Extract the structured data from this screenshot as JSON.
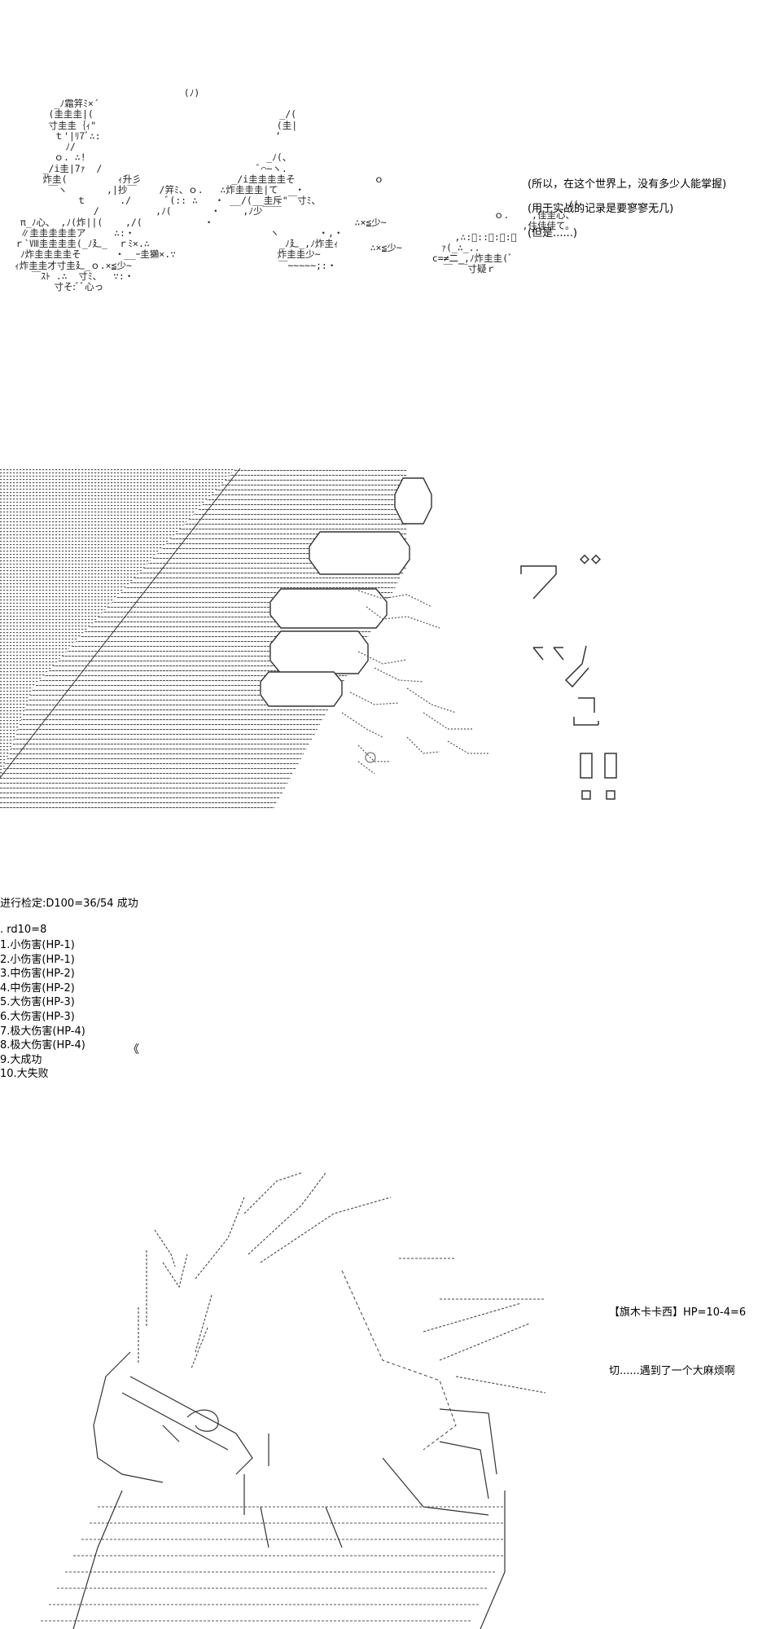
{
  "panel1": {
    "dialog": [
      "(所以，在这个世界上，没有多少人能掌握)",
      "(用于实战的记录是要寥寥无几)",
      "(但是......)"
    ]
  },
  "panel3": {
    "roll_result": "进行检定:D100=36/54 成功",
    "rd": ". rd10=8",
    "outcomes": [
      "1.小伤害(HP-1)",
      "2.小伤害(HP-1)",
      "3.中伤害(HP-2)",
      "4.中伤害(HP-2)",
      "5.大伤害(HP-3)",
      "6.大伤害(HP-3)",
      "7.极大伤害(HP-4)",
      "8.极大伤害(HP-4)",
      "9.大成功",
      "10.大失败"
    ],
    "marker": "《"
  },
  "panel4": {
    "status": "【旗木卡卡西】HP=10-4=6",
    "line": "切......遇到了一个大麻烦啊"
  }
}
